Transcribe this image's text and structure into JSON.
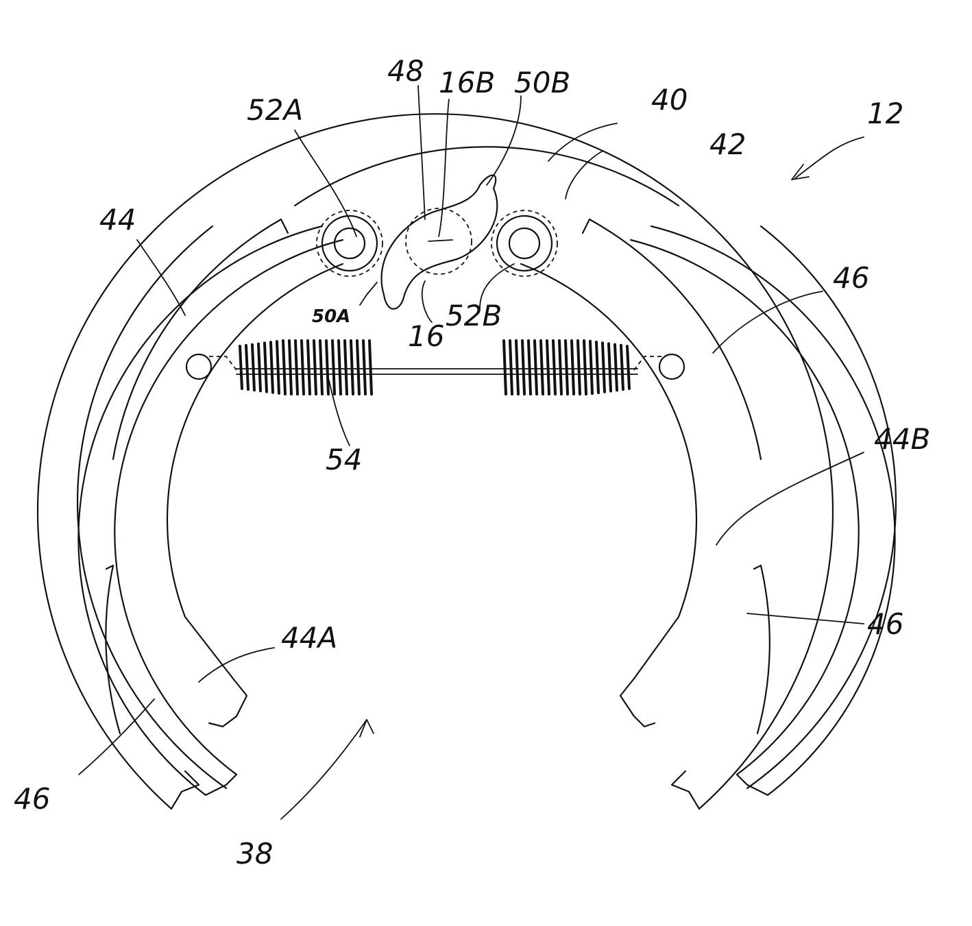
{
  "figure": {
    "labels": {
      "l12": "12",
      "l40": "40",
      "l42": "42",
      "l48": "48",
      "l16B": "16B",
      "l50B": "50B",
      "l52A": "52A",
      "l50A": "50A",
      "l16": "16",
      "l52B": "52B",
      "l44": "44",
      "l46_right_upper": "46",
      "l54": "54",
      "l44B": "44B",
      "l44A": "44A",
      "l46_right_lower": "46",
      "l46_left_lower": "46",
      "l38": "38"
    }
  }
}
